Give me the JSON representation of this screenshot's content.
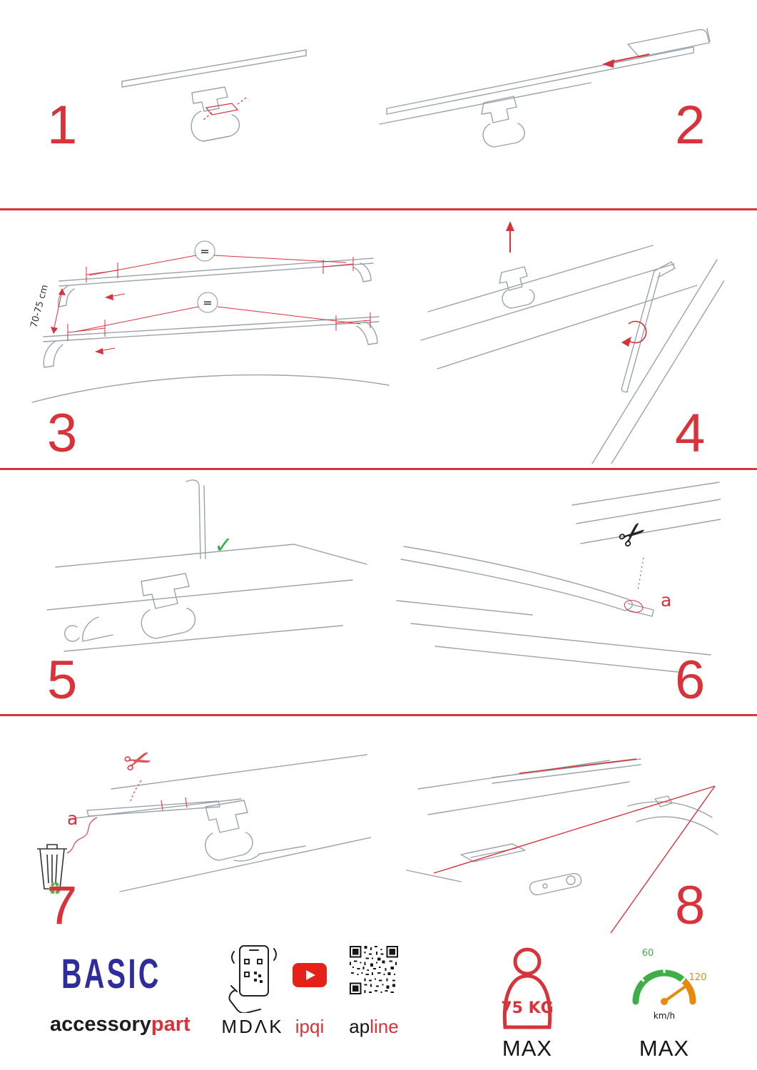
{
  "steps": [
    {
      "number": "1"
    },
    {
      "number": "2"
    },
    {
      "number": "3",
      "dimension": "70-75 cm",
      "equals": "="
    },
    {
      "number": "4"
    },
    {
      "number": "5",
      "check": "✓"
    },
    {
      "number": "6",
      "label_a": "a",
      "scissors": "✂"
    },
    {
      "number": "7",
      "label_a": "a",
      "scissors": "✂",
      "recycle": "♻"
    },
    {
      "number": "8"
    }
  ],
  "footer": {
    "brand_title": "BASIC",
    "brand_sub_left": "accessory",
    "brand_sub_right": "part",
    "partner_mdak": "MDΛK",
    "partner_ipqi": "ipqi",
    "partner_apline_left": "ap",
    "partner_apline_right": "line",
    "weight_value": "75 KG",
    "weight_max_label": "MAX",
    "speed_low": "60",
    "speed_high": "120",
    "speed_unit": "km/h",
    "speed_max_label": "MAX"
  },
  "colors": {
    "accent_red": "#d8323b",
    "brand_blue": "#2f2d9e",
    "check_green": "#3fae47",
    "speed_orange": "#e8890c",
    "line_gray": "#9aa3ac"
  }
}
